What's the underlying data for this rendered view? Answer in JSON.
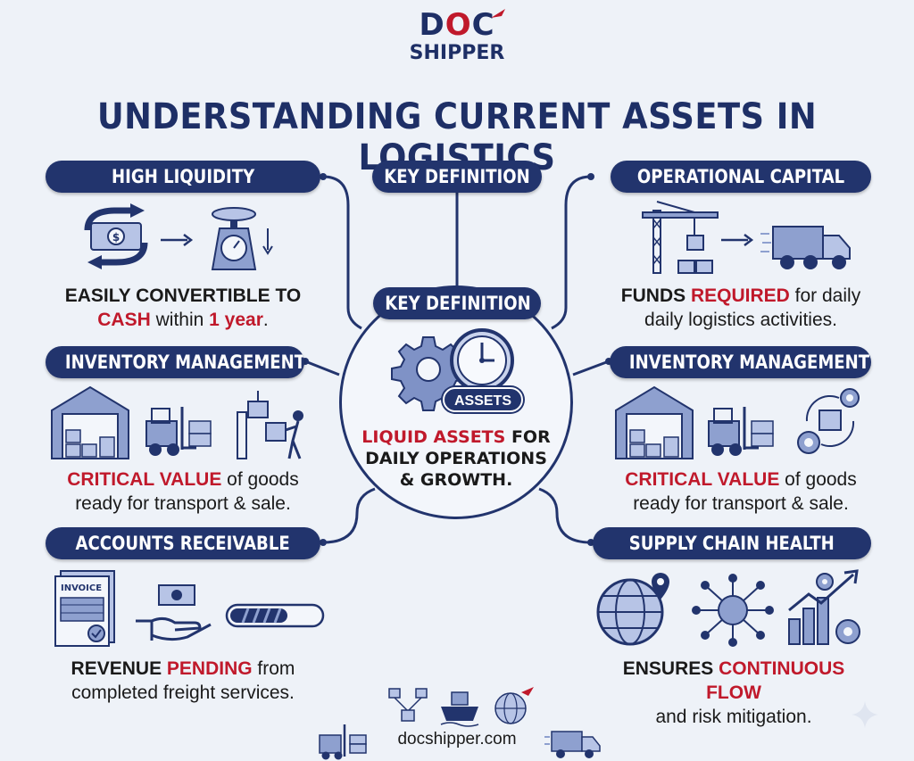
{
  "logo": {
    "line1_pre": "D",
    "line1_o": "O",
    "line1_post": "C",
    "line2": "SHIPPER"
  },
  "title": "UNDERSTANDING CURRENT ASSETS IN LOGISTICS",
  "center": {
    "header": "KEY DEFINITION",
    "badge": "ASSETS",
    "text_red": "LIQUID ASSETS",
    "text_1": " FOR",
    "text_2": "DAILY OPERATIONS",
    "text_3": "& GROWTH."
  },
  "top_center": {
    "label": "KEY DEFINITION"
  },
  "high_liquidity": {
    "label": "HIGH LIQUIDITY",
    "line1": "EASILY CONVERTIBLE TO",
    "red1": "CASH",
    "mid": " within ",
    "red2": "1 year",
    "end": "."
  },
  "operational_capital": {
    "label": "OPERATIONAL CAPITAL",
    "pre": "FUNDS ",
    "red": "REQUIRED",
    "post": " for daily",
    "line2": "daily logistics activities."
  },
  "inventory_left": {
    "label": "INVENTORY MANAGEMENT",
    "red": "CRITICAL VALUE",
    "post": " of goods",
    "line2": "ready for transport & sale."
  },
  "inventory_right": {
    "label": "INVENTORY MANAGEMENT",
    "red": "CRITICAL VALUE",
    "post": " of goods",
    "line2": "ready for transport & sale."
  },
  "accounts_receivable": {
    "label": "ACCOUNTS RECEIVABLE",
    "invoice_label": "INVOICE",
    "pre": "REVENUE ",
    "red": "PENDING",
    "post": " from",
    "line2": "completed freight services."
  },
  "supply_chain": {
    "label": "SUPPLY CHAIN HEALTH",
    "pre": "ENSURES ",
    "red": "CONTINUOUS FLOW",
    "line2": "and risk mitigation."
  },
  "footer": {
    "url": "docshipper.com"
  },
  "colors": {
    "navy": "#22346d",
    "red": "#c0192b",
    "background": "#eef2f8",
    "icon_fill": "#8ea0cf"
  }
}
